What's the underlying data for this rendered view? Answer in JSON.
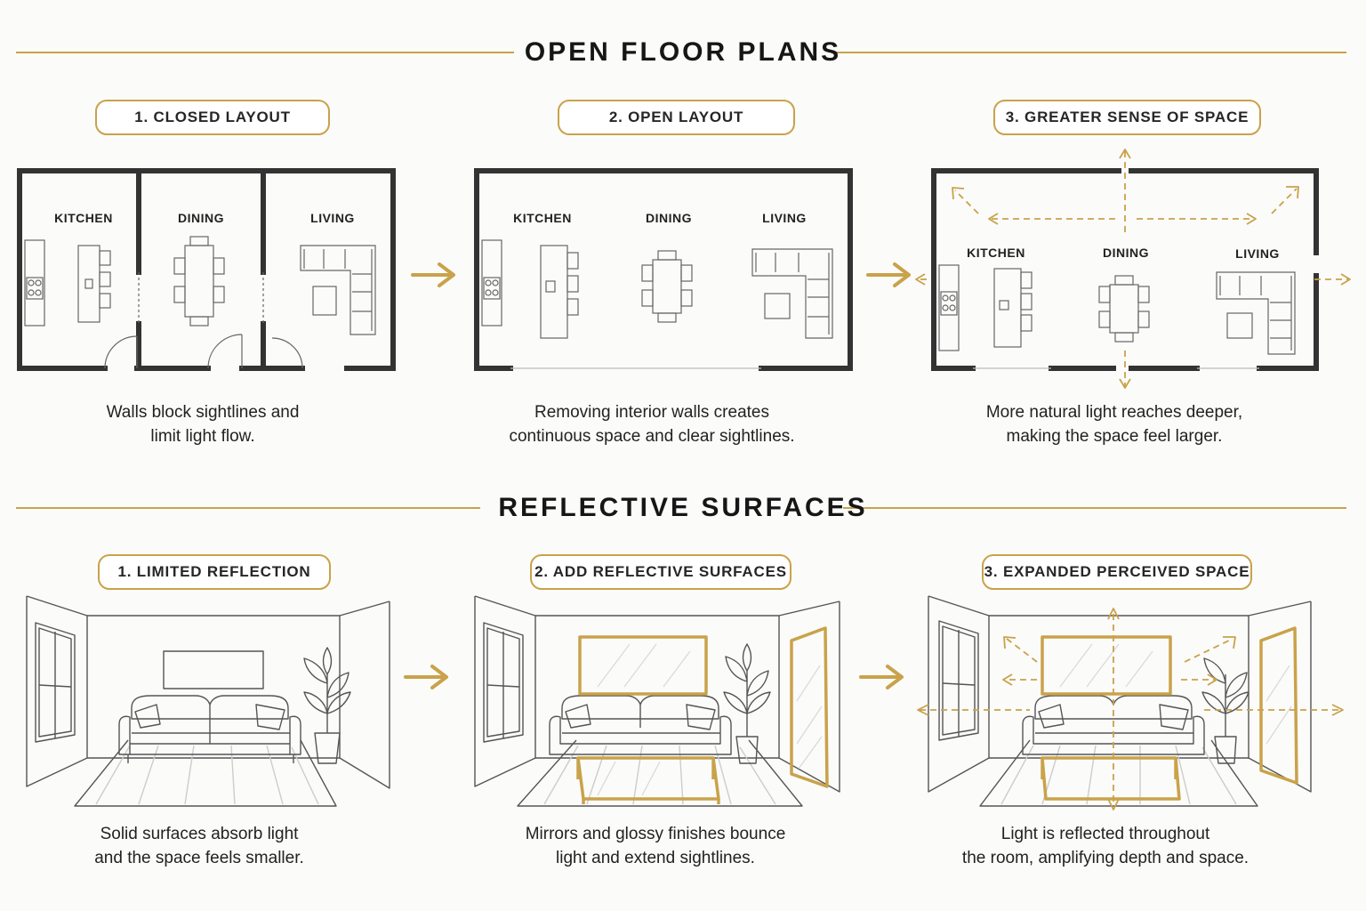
{
  "sections": {
    "floor": {
      "title": "OPEN FLOOR PLANS",
      "panels": [
        {
          "label": "1. CLOSED LAYOUT",
          "caption": [
            "Walls block sightlines and",
            "limit light flow."
          ],
          "rooms": [
            "KITCHEN",
            "DINING",
            "LIVING"
          ]
        },
        {
          "label": "2. OPEN LAYOUT",
          "caption": [
            "Removing interior walls creates",
            "continuous space and clear sightlines."
          ],
          "rooms": [
            "KITCHEN",
            "DINING",
            "LIVING"
          ]
        },
        {
          "label": "3. GREATER SENSE OF SPACE",
          "caption": [
            "More natural light reaches deeper,",
            "making the space feel larger."
          ],
          "rooms": [
            "KITCHEN",
            "DINING",
            "LIVING"
          ]
        }
      ]
    },
    "reflect": {
      "title": "REFLECTIVE SURFACES",
      "panels": [
        {
          "label": "1. LIMITED REFLECTION",
          "caption": [
            "Solid surfaces absorb light",
            "and the space feels smaller."
          ]
        },
        {
          "label": "2. ADD REFLECTIVE SURFACES",
          "caption": [
            "Mirrors and glossy finishes bounce",
            "light and extend sightlines."
          ]
        },
        {
          "label": "3. EXPANDED PERCEIVED SPACE",
          "caption": [
            "Light is reflected throughout",
            "the room, amplifying depth and space."
          ]
        }
      ]
    }
  },
  "colors": {
    "accent": "#c9a24a",
    "wall": "#333333",
    "line": "#555555",
    "background": "#fbfbfa"
  },
  "icons": {
    "step": "arrow-right-icon",
    "light": "dashed-arrow-icon"
  }
}
